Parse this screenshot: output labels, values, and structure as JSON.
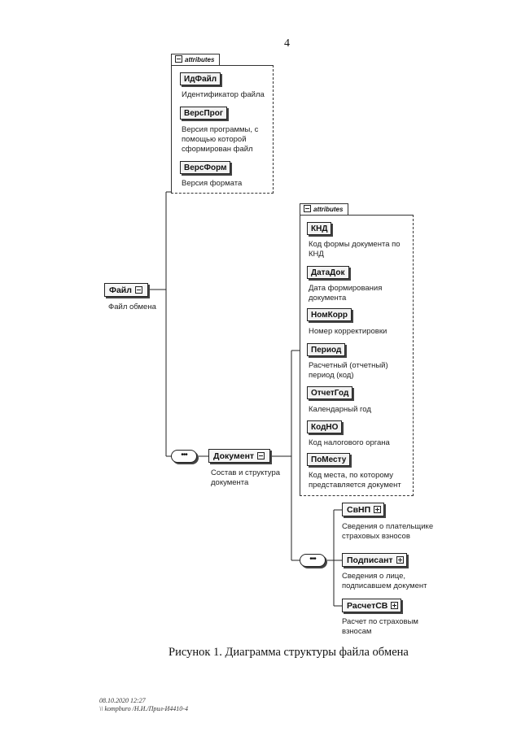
{
  "page_number": "4",
  "attributes_label": "attributes",
  "root": {
    "name": "Файл",
    "description": "Файл обмена"
  },
  "file_attributes": [
    {
      "name": "ИдФайл",
      "description": [
        "Идентификатор файла"
      ]
    },
    {
      "name": "ВерсПрог",
      "description": [
        "Версия программы, с",
        "помощью которой",
        "сформирован файл"
      ]
    },
    {
      "name": "ВерсФорм",
      "description": [
        "Версия формата"
      ]
    }
  ],
  "document": {
    "name": "Документ",
    "description": [
      "Состав и структура",
      "документа"
    ]
  },
  "document_attributes": [
    {
      "name": "КНД",
      "description": [
        "Код формы документа по",
        "КНД"
      ]
    },
    {
      "name": "ДатаДок",
      "description": [
        "Дата формирования",
        "документа"
      ]
    },
    {
      "name": "НомКорр",
      "description": [
        "Номер корректировки"
      ]
    },
    {
      "name": "Период",
      "description": [
        "Расчетный (отчетный)",
        "период (код)"
      ]
    },
    {
      "name": "ОтчетГод",
      "description": [
        "Календарный год"
      ]
    },
    {
      "name": "КодНО",
      "description": [
        "Код налогового органа"
      ]
    },
    {
      "name": "ПоМесту",
      "description": [
        "Код места, по которому",
        "представляется документ"
      ]
    }
  ],
  "children": [
    {
      "name": "СвНП",
      "description": [
        "Сведения о плательщике",
        "страховых взносов"
      ]
    },
    {
      "name": "Подписант",
      "description": [
        "Сведения о лице,",
        "подписавшем документ"
      ]
    },
    {
      "name": "РасчетСВ",
      "description": [
        "Расчет по страховым",
        "взносам"
      ]
    }
  ],
  "sequence_symbol": "•••",
  "caption": "Рисунок 1. Диаграмма структуры файла обмена",
  "footer": {
    "line1": "08.10.2020 12:27",
    "line2": "\\\\ kompburo /Н.И./Прил-И4410-4"
  }
}
